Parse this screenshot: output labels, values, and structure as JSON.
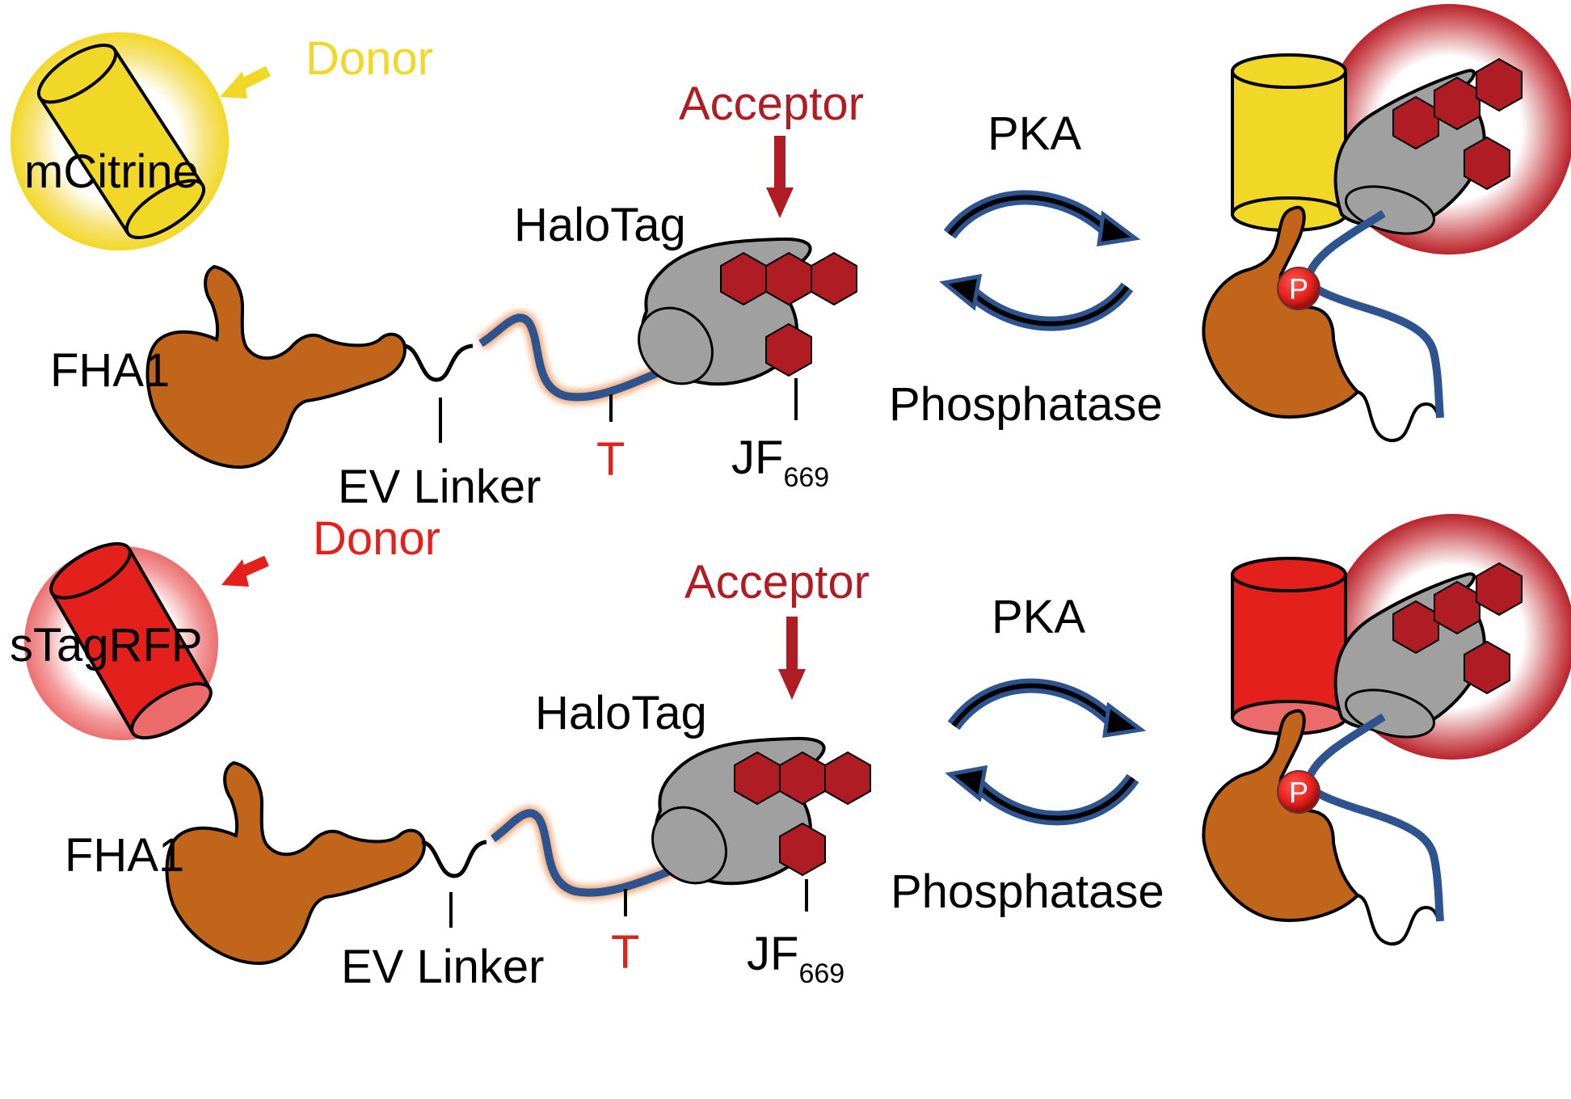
{
  "colors": {
    "yellow": "#f2d826",
    "red_donor": "#e4201c",
    "red_donor_face": "#eb6b6b",
    "acceptor_red": "#b01c24",
    "fha1_brown": "#c1651a",
    "halotag_gray": "#a0a0a0",
    "linker_blue": "#2e5490",
    "donor_label_yellow": "#f2d826",
    "donor_label_red": "#e4201c",
    "acceptor_label": "#b01c24",
    "threonine_red": "#e4201c"
  },
  "panels": [
    {
      "id": "mcitrine",
      "donor_name": "mCitrine",
      "donor_label": "Donor",
      "acceptor_label": "Acceptor",
      "halotag_label": "HaloTag",
      "fha1_label": "FHA1",
      "linker_label": "EV Linker",
      "threonine_label": "T",
      "dye_label": "JF",
      "dye_subscript": "669",
      "forward_enzyme": "PKA",
      "reverse_enzyme": "Phosphatase",
      "phospho_label": "P"
    },
    {
      "id": "stagrfp",
      "donor_name": "sTagRFP",
      "donor_label": "Donor",
      "acceptor_label": "Acceptor",
      "halotag_label": "HaloTag",
      "fha1_label": "FHA1",
      "linker_label": "EV Linker",
      "threonine_label": "T",
      "dye_label": "JF",
      "dye_subscript": "669",
      "forward_enzyme": "PKA",
      "reverse_enzyme": "Phosphatase",
      "phospho_label": "P"
    }
  ]
}
